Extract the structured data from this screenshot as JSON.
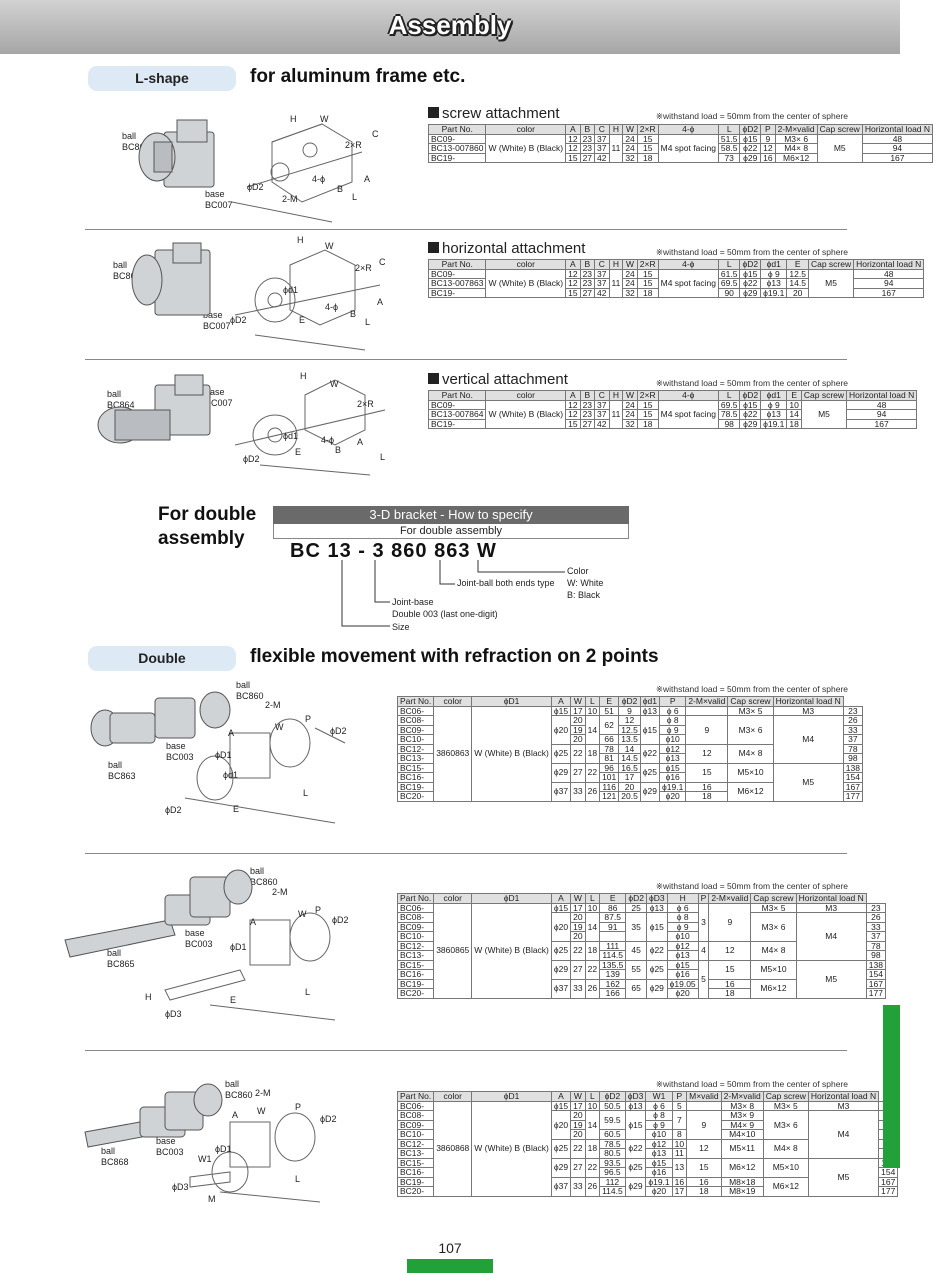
{
  "title": "Assembly",
  "lshape": {
    "pill": "L-shape",
    "headline": "for aluminum frame etc."
  },
  "notes": {
    "withstand": "※withstand load = 50mm from the center of sphere"
  },
  "screw": {
    "title": "screw attachment",
    "fig": {
      "ball": "ball",
      "ball_pn": "BC860",
      "base": "base",
      "base_pn": "BC007"
    },
    "header": [
      "Part No.",
      "color",
      "A",
      "B",
      "C",
      "H",
      "W",
      "2×R",
      "4-ϕ",
      "L",
      "ϕD2",
      "P",
      "2-M×valid",
      "Cap screw",
      "Horizontal load N"
    ],
    "rows": [
      [
        "BC09-",
        "",
        "12",
        "23",
        "37",
        "",
        "24",
        "15",
        "",
        "51.5",
        "ϕ15",
        "9",
        "M3× 6",
        "",
        "48"
      ],
      [
        "BC13-007860",
        "W (White) B (Black)",
        "",
        "",
        "",
        "11",
        "",
        "",
        "M4 spot facing",
        "58.5",
        "ϕ22",
        "12",
        "M4× 8",
        "M5",
        "94"
      ],
      [
        "BC19-",
        "",
        "15",
        "27",
        "42",
        "",
        "32",
        "18",
        "",
        "73",
        "ϕ29",
        "16",
        "M6×12",
        "",
        "167"
      ]
    ]
  },
  "horizontal": {
    "title": "horizontal attachment",
    "fig": {
      "ball": "ball",
      "ball_pn": "BC863",
      "base": "base",
      "base_pn": "BC007"
    },
    "header": [
      "Part No.",
      "color",
      "A",
      "B",
      "C",
      "H",
      "W",
      "2×R",
      "4-ϕ",
      "L",
      "ϕD2",
      "ϕd1",
      "E",
      "Cap screw",
      "Horizontal load N"
    ],
    "rows": [
      [
        "BC09-",
        "",
        "12",
        "23",
        "37",
        "",
        "24",
        "15",
        "",
        "61.5",
        "ϕ15",
        "ϕ 9",
        "12.5",
        "",
        "48"
      ],
      [
        "BC13-007863",
        "W (White) B (Black)",
        "",
        "",
        "",
        "11",
        "",
        "",
        "M4 spot facing",
        "69.5",
        "ϕ22",
        "ϕ13",
        "14.5",
        "M5",
        "94"
      ],
      [
        "BC19-",
        "",
        "15",
        "27",
        "42",
        "",
        "32",
        "18",
        "",
        "90",
        "ϕ29",
        "ϕ19.1",
        "20",
        "",
        "167"
      ]
    ]
  },
  "vertical": {
    "title": "vertical attachment",
    "fig": {
      "ball": "ball",
      "ball_pn": "BC864",
      "base": "base",
      "base_pn": "BC007"
    },
    "header": [
      "Part No.",
      "color",
      "A",
      "B",
      "C",
      "H",
      "W",
      "2×R",
      "4-ϕ",
      "L",
      "ϕD2",
      "ϕd1",
      "E",
      "Cap screw",
      "Horizontal load N"
    ],
    "rows": [
      [
        "BC09-",
        "",
        "12",
        "23",
        "37",
        "",
        "24",
        "15",
        "",
        "69.5",
        "ϕ15",
        "ϕ 9",
        "10",
        "",
        "48"
      ],
      [
        "BC13-007864",
        "W (White) B (Black)",
        "",
        "",
        "",
        "11",
        "",
        "",
        "M4 spot facing",
        "78.5",
        "ϕ22",
        "ϕ13",
        "14",
        "M5",
        "94"
      ],
      [
        "BC19-",
        "",
        "15",
        "27",
        "42",
        "",
        "32",
        "18",
        "",
        "98",
        "ϕ29",
        "ϕ19.1",
        "18",
        "",
        "167"
      ]
    ]
  },
  "double_spec": {
    "headline": "For double\nassembly",
    "bar": "3-D bracket - How to specify",
    "sub": "For double assembly",
    "code": "BC 13 - 3 860 863 W",
    "color": "Color",
    "white": "W: White",
    "black": "B: Black",
    "jb": "Joint-ball both ends type",
    "jbase": "Joint-base",
    "jbase2": "Double 003 (last one-digit)",
    "size": "Size"
  },
  "double": {
    "pill": "Double",
    "headline": "flexible movement with refraction on 2 points"
  },
  "t1": {
    "fig": {
      "ball": "ball",
      "bpn": "BC860",
      "base": "base",
      "basepn": "BC003",
      "ball2": "ball",
      "b2pn": "BC863"
    },
    "header": [
      "Part No.",
      "color",
      "ϕD1",
      "A",
      "W",
      "L",
      "E",
      "ϕD2",
      "ϕd1",
      "P",
      "2-M×valid",
      "Cap screw",
      "Horizontal load N"
    ],
    "pn": [
      "BC06-",
      "BC08-",
      "BC09-",
      "BC10-",
      "BC12-",
      "BC13-",
      "BC15-",
      "BC16-",
      "BC19-",
      "BC20-"
    ],
    "mid": "3860863",
    "color": "W (White) B (Black)",
    "D1": [
      "ϕ15",
      "ϕ20",
      "ϕ25",
      "ϕ29",
      "ϕ37"
    ],
    "A": [
      "17",
      "20",
      "19",
      "20",
      "22",
      "27",
      "33"
    ],
    "W": [
      "10",
      "14",
      "18",
      "22",
      "26"
    ],
    "L": [
      "51",
      "62",
      "66",
      "78",
      "81",
      "96",
      "101",
      "116",
      "121"
    ],
    "E": [
      "9",
      "12",
      "12.5",
      "13.5",
      "14",
      "14.5",
      "16.5",
      "17",
      "20",
      "20.5"
    ],
    "D2": [
      "ϕ13",
      "ϕ15",
      "ϕ22",
      "ϕ25",
      "ϕ29"
    ],
    "d1": [
      "ϕ 6",
      "ϕ 8",
      "ϕ 9",
      "ϕ10",
      "ϕ12",
      "ϕ13",
      "ϕ15",
      "ϕ16",
      "ϕ19.1",
      "ϕ20"
    ],
    "P": [
      "9",
      "12",
      "15",
      "16",
      "18"
    ],
    "M": [
      "M3× 5",
      "M3× 6",
      "M4× 8",
      "M5×10",
      "M6×12"
    ],
    "cap": [
      "M3",
      "M4",
      "M5"
    ],
    "load": [
      "23",
      "26",
      "33",
      "37",
      "78",
      "98",
      "138",
      "154",
      "167",
      "177"
    ]
  },
  "t2": {
    "fig": {
      "ball": "ball",
      "bpn": "BC860",
      "base": "base",
      "basepn": "BC003",
      "ball2": "ball",
      "b2pn": "BC865"
    },
    "header": [
      "Part No.",
      "color",
      "ϕD1",
      "A",
      "W",
      "L",
      "E",
      "ϕD2",
      "ϕD3",
      "H",
      "P",
      "2-M×valid",
      "Cap screw",
      "Horizontal load N"
    ],
    "mid": "3860865",
    "L": [
      "86",
      "87.5",
      "91",
      "111",
      "114.5",
      "135.5",
      "139",
      "162",
      "166"
    ],
    "E": [
      "25",
      "35",
      "45",
      "55",
      "65"
    ],
    "D3": [
      "ϕ 6",
      "ϕ 8",
      "ϕ 9",
      "ϕ10",
      "ϕ12",
      "ϕ13",
      "ϕ15",
      "ϕ16",
      "ϕ19.05",
      "ϕ20"
    ],
    "H": [
      "3",
      "4",
      "5"
    ],
    "P": [
      "9",
      "12",
      "15",
      "16",
      "18"
    ]
  },
  "t3": {
    "fig": {
      "ball": "ball",
      "bpn": "BC860",
      "base": "base",
      "basepn": "BC003",
      "ball2": "ball",
      "b2pn": "BC868"
    },
    "header": [
      "Part No.",
      "color",
      "ϕD1",
      "A",
      "W",
      "L",
      "ϕD2",
      "ϕD3",
      "W1",
      "P",
      "M×valid",
      "2-M×valid",
      "Cap screw",
      "Horizontal load N"
    ],
    "mid": "3860868",
    "L": [
      "50.5",
      "59.5",
      "60.5",
      "78.5",
      "80.5",
      "93.5",
      "96.5",
      "112",
      "114.5"
    ],
    "W1": [
      "5",
      "7",
      "8",
      "10",
      "11",
      "13",
      "16",
      "17"
    ],
    "P": [
      "9",
      "12",
      "15",
      "16",
      "18"
    ],
    "Mv": [
      "M3× 8",
      "M3× 9",
      "M4× 9",
      "M4×10",
      "M5×11",
      "M6×12",
      "M8×18",
      "M8×19"
    ]
  },
  "page": "107"
}
